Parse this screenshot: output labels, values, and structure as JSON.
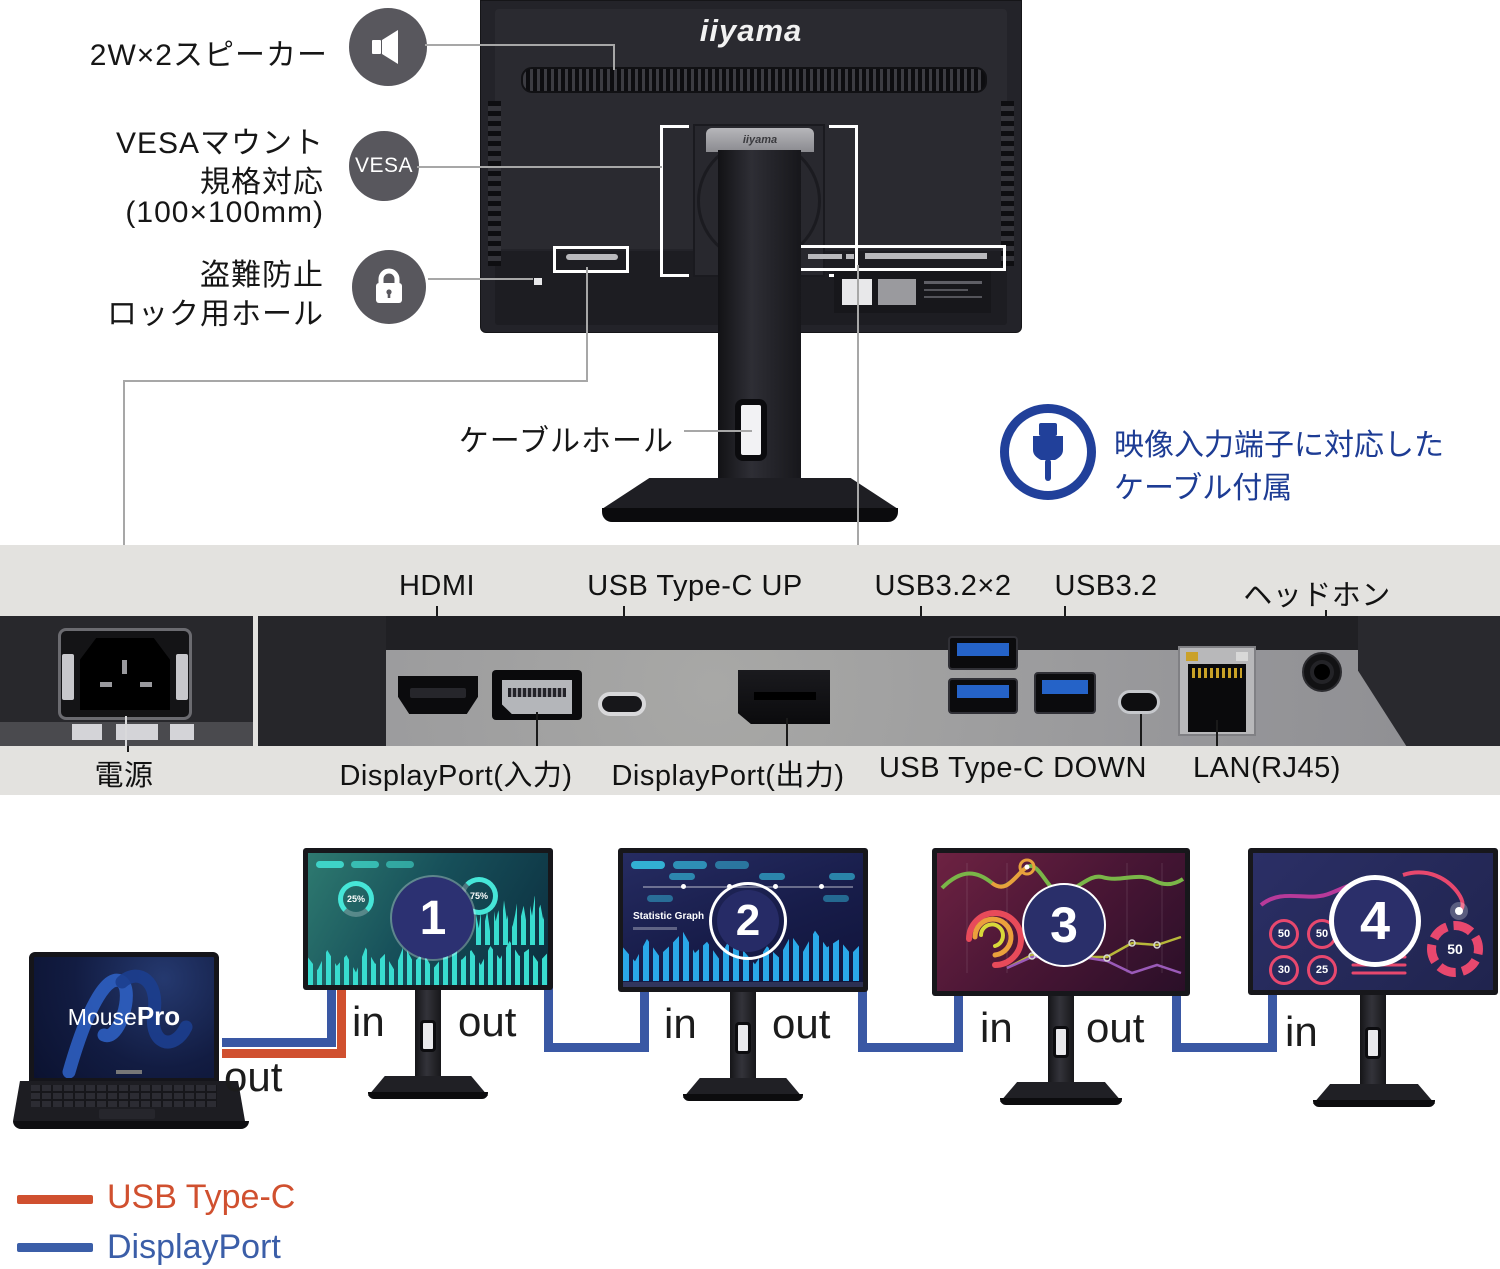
{
  "colors": {
    "note_blue": "#21409a",
    "cable_blue": "#3a58a4",
    "cable_orange": "#d0502f",
    "band_gray": "#e3e2df"
  },
  "back_view": {
    "brand": "iiyama",
    "speaker_label": "2W×2スピーカー",
    "vesa_badge": "VESA",
    "vesa_label": [
      "VESAマウント",
      "規格対応",
      "(100×100mm)"
    ],
    "lock_label": [
      "盗難防止",
      "ロック用ホール"
    ],
    "cable_hole_label": "ケーブルホール",
    "cable_note": [
      "映像入力端子に対応した",
      "ケーブル付属"
    ]
  },
  "ports": {
    "top_labels": [
      "HDMI",
      "USB Type-C UP",
      "USB3.2×2",
      "USB3.2",
      "ヘッドホン"
    ],
    "bottom_labels": [
      "電源",
      "DisplayPort(入力)",
      "DisplayPort(出力)",
      "USB Type-C DOWN",
      "LAN(RJ45)"
    ]
  },
  "daisy_chain": {
    "laptop": {
      "brand_regular": "Mouse",
      "brand_bold": "Pro",
      "port_label": "out"
    },
    "monitors": [
      {
        "number": "1",
        "in_label": "in",
        "out_label": "out"
      },
      {
        "number": "2",
        "in_label": "in",
        "out_label": "out"
      },
      {
        "number": "3",
        "in_label": "in",
        "out_label": "out"
      },
      {
        "number": "4",
        "in_label": "in"
      }
    ],
    "screen1": {
      "donut_left": "25%",
      "donut_right": "75%"
    },
    "screen2": {
      "title": "Statistic Graph"
    },
    "screen4": {
      "rings": [
        "50",
        "50",
        "30",
        "25"
      ],
      "gauge": "50"
    }
  },
  "legend": [
    {
      "label": "USB Type-C",
      "color": "#d0502f"
    },
    {
      "label": "DisplayPort",
      "color": "#3b5ea8"
    }
  ]
}
